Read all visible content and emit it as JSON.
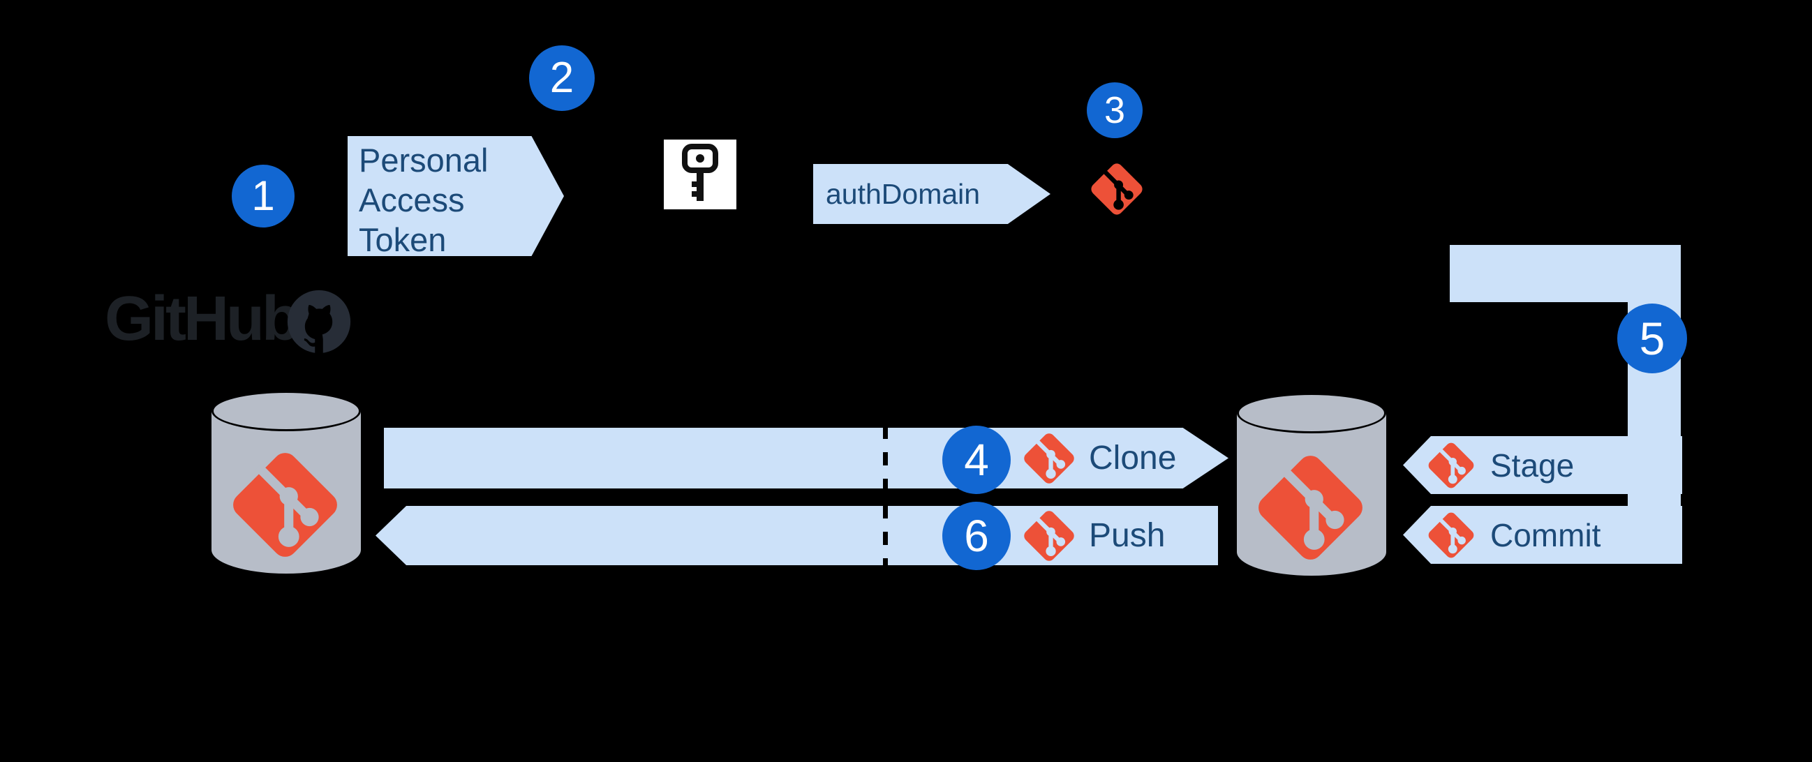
{
  "diagram": {
    "badges": [
      "1",
      "2",
      "3",
      "4",
      "5",
      "6"
    ],
    "pat_arrow": {
      "label": "Personal Access Token"
    },
    "auth_arrow": {
      "label": "authDomain"
    },
    "github": {
      "label": "GitHub"
    },
    "clone_arrow": {
      "label": "Clone"
    },
    "push_arrow": {
      "label": "Push"
    },
    "stage_arrow": {
      "label": "Stage"
    },
    "commit_arrow": {
      "label": "Commit"
    }
  },
  "icons": {
    "key": "key-icon",
    "git": "git-logo-icon",
    "octocat": "octocat-icon",
    "database": "database-cylinder-icon"
  },
  "colors": {
    "accent_blue": "#1267d2",
    "light_blue": "#cce1f9",
    "navy_text": "#1c4a78",
    "git_orange": "#ed5138",
    "cylinder_gray": "#b7bdc8",
    "github_dark": "#1d2126",
    "octocat_dark": "#272d37",
    "key_bg": "#ffffff",
    "key_fg": "#111111",
    "dash_black": "#000000",
    "background": "#000000"
  }
}
